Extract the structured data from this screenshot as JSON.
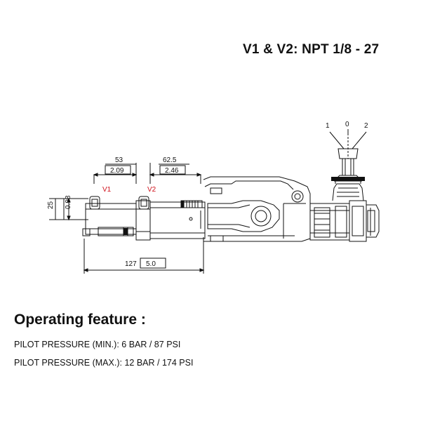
{
  "title": "V1 & V2: NPT 1/8 - 27",
  "operating_feature": {
    "heading": "Operating feature :",
    "pilot_min": "PILOT PRESSURE (MIN.): 6 BAR / 87 PSI",
    "pilot_max": "PILOT PRESSURE (MAX.): 12 BAR / 174 PSI"
  },
  "drawing": {
    "ports": {
      "v1": "V1",
      "v2": "V2"
    },
    "positions": {
      "p1": "1",
      "p0": "0",
      "p2": "2"
    },
    "dims": {
      "d53": "53",
      "d209": "2.09",
      "d625": "62.5",
      "d246": "2.46",
      "d25": "25",
      "d098": "0.98",
      "d127": "127",
      "d50": "5.0"
    },
    "colors": {
      "port_label": "#d0101a",
      "line": "#111111"
    }
  }
}
